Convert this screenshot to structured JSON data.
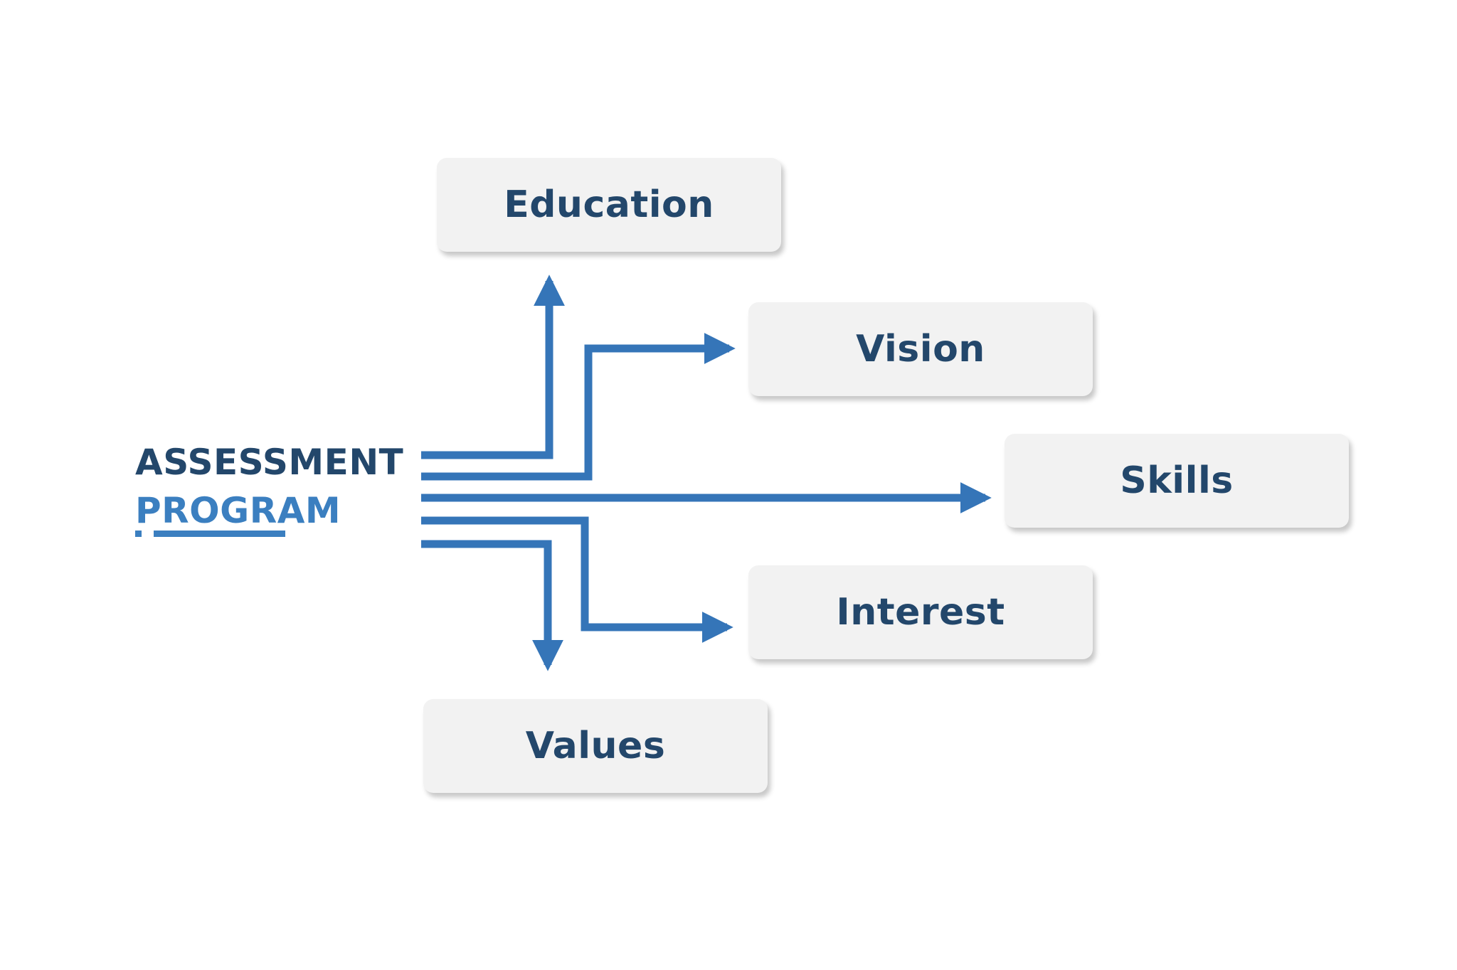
{
  "diagram": {
    "title_line1": "ASSESSMENT",
    "title_line2": "PROGRAM",
    "nodes": [
      {
        "id": "education",
        "label": "Education"
      },
      {
        "id": "vision",
        "label": "Vision"
      },
      {
        "id": "skills",
        "label": "Skills"
      },
      {
        "id": "interest",
        "label": "Interest"
      },
      {
        "id": "values",
        "label": "Values"
      }
    ],
    "colors": {
      "arrow": "#3575b8",
      "title_dark": "#23476b",
      "title_light": "#3b7fc0",
      "node_bg": "#f2f2f2",
      "node_text": "#23476b"
    }
  }
}
